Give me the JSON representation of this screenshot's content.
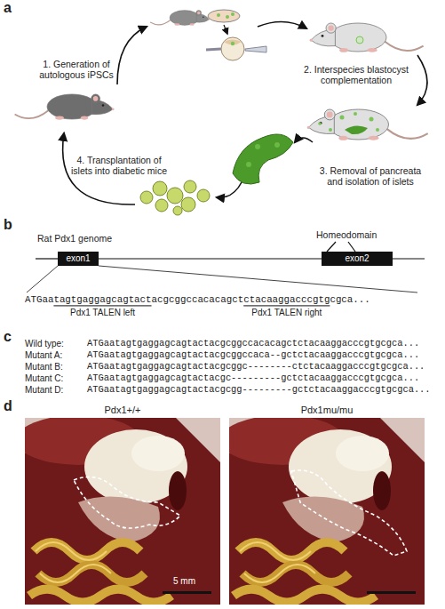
{
  "diagram": {
    "nodes": [
      {
        "text": [
          "exon1"
        ]
      },
      {
        "text": [
          "exon2"
        ]
      }
    ],
    "edges": [
      {
        "from": 0,
        "to": 1,
        "arrow": "none"
      }
    ],
    "labels": [
      "a",
      "1. Generation of autologous iPSCs",
      "2. Interspecies blastocyst complementation",
      "3. Removal of pancreata and isolation of islets",
      "4. Transplantation of islets into diabetic mice",
      "b",
      "Rat Pdx1 genome",
      "Homeodomain",
      "ATGaatagtgaggagcagtactacgcggccacacagctctacaaggacccgtgcgca...",
      "Pdx1 TALEN left",
      "Pdx1 TALEN right",
      "c",
      "Wild type:",
      "ATGaatagtgaggagcagtactacgcggccacacagctctacaaggacccgtgcgca...",
      "Mutant A:",
      "ATGaatagtgaggagcagtactacgcggccaca--gctctacaaggacccgtgcgca...",
      "Mutant B:",
      "ATGaatagtgaggagcagtactacgcggc--------ctctacaaggacccgtgcgca...",
      "Mutant C:",
      "ATGaatagtgaggagcagtactacgc---------gctctacaaggacccgtgcgca...",
      "Mutant D:",
      "ATGaatagtgaggagcagtactacgcgg---------gctctacaaggacccgtgcgca...",
      "d",
      "Pdx1+/+",
      "Pdx1mu/mu",
      "5 mm"
    ]
  }
}
